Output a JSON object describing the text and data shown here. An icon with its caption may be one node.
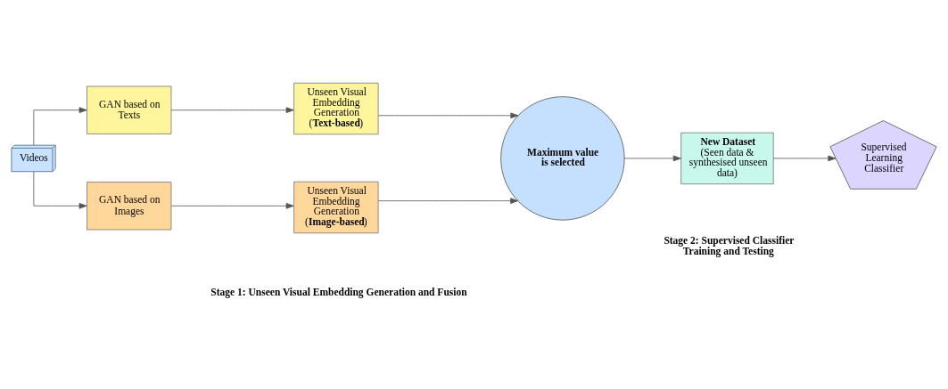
{
  "diagram": {
    "nodes": [
      {
        "text": [
          "Videos"
        ]
      },
      {
        "text": [
          "GAN based on Texts"
        ]
      },
      {
        "text": [
          "Unseen Visual Embedding Generation (**Text-based**)"
        ]
      },
      {
        "text": [
          "GAN based on Images"
        ]
      },
      {
        "text": [
          "Unseen Visual Embedding Generation (**Image-based**)"
        ]
      },
      {
        "text": [
          "Maximum value is selected"
        ]
      },
      {
        "text": [
          "New Dataset",
          "(Seen data & synthesised unseen data)"
        ]
      },
      {
        "text": [
          "Supervised Learning Classifier"
        ]
      }
    ],
    "edges": [
      {
        "from": 0,
        "to": 1,
        "arrow": "to"
      },
      {
        "from": 0,
        "to": 3,
        "arrow": "to"
      },
      {
        "from": 1,
        "to": 2,
        "arrow": "to"
      },
      {
        "from": 3,
        "to": 4,
        "arrow": "to"
      },
      {
        "from": 2,
        "to": 5,
        "arrow": "to"
      },
      {
        "from": 4,
        "to": 5,
        "arrow": "to"
      },
      {
        "from": 5,
        "to": 6,
        "arrow": "to"
      },
      {
        "from": 6,
        "to": 7,
        "arrow": "to"
      }
    ],
    "labels": [
      "Stage 1: Unseen Visual Embedding Generation and Fusion",
      "Stage 2: Supervised Classifier Training and Testing"
    ]
  }
}
